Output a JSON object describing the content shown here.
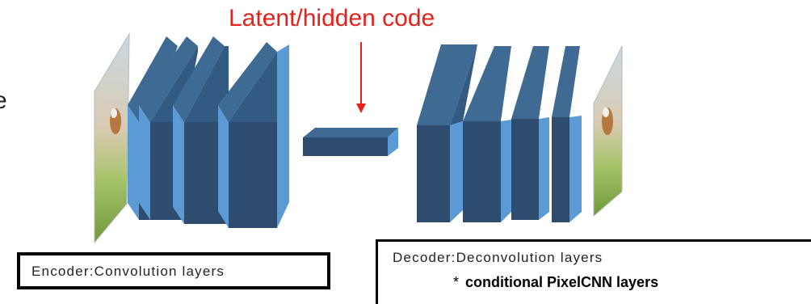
{
  "title": "Latent/hidden code",
  "clipped_letter": "e",
  "encoder_label": "Encoder:Convolution layers",
  "decoder_label": "Decoder:Deconvolution layers",
  "decoder_note_marker": "*",
  "decoder_note": "conditional PixelCNN layers",
  "colors": {
    "title": "#e8201a",
    "layer_front": "#5b9bd5",
    "layer_side": "#2e4d6e",
    "layer_top": "#3f6a94",
    "border": "#000000"
  },
  "encoder_layers": [
    "encoder-layer-1",
    "encoder-layer-2",
    "encoder-layer-3",
    "encoder-layer-4"
  ],
  "decoder_layers": [
    "decoder-layer-1",
    "decoder-layer-2",
    "decoder-layer-3",
    "decoder-layer-4"
  ],
  "images": [
    "input-image",
    "output-image"
  ]
}
